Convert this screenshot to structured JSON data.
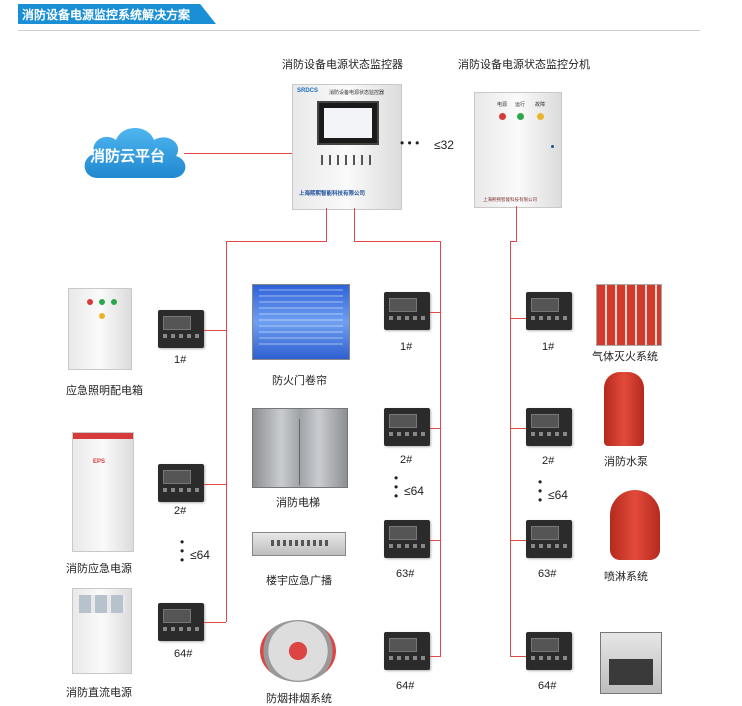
{
  "header": {
    "title": "消防设备电源监控系统解决方案"
  },
  "top": {
    "monitor_label": "消防设备电源状态监控器",
    "sub_label": "消防设备电源状态监控分机",
    "cloud_label": "消防云平台",
    "count_label": "≤32",
    "monitor_brand": "SRDCS",
    "monitor_title": "消防设备电源状态监控器",
    "monitor_company": "上海熙熙智能科技有限公司",
    "sub_status": [
      "电源",
      "运行",
      "故障"
    ],
    "sub_company": "上海熙熙智能科技有限公司"
  },
  "left": {
    "items": [
      {
        "label": "应急照明配电箱",
        "meter": "1#"
      },
      {
        "label": "消防应急电源",
        "meter": "2#",
        "eps": "EPS"
      },
      {
        "label": "消防直流电源",
        "meter": "64#"
      }
    ],
    "count": "≤64"
  },
  "middle": {
    "items": [
      {
        "label": "防火门卷帘",
        "meter": "1#"
      },
      {
        "label": "消防电梯",
        "meter": "2#"
      },
      {
        "label": "楼宇应急广播",
        "meter": "63#"
      },
      {
        "label": "防烟排烟系统",
        "meter": "64#"
      }
    ],
    "count": "≤64"
  },
  "right": {
    "items": [
      {
        "label": "气体灭火系统",
        "meter": "1#"
      },
      {
        "label": "消防水泵",
        "meter": "2#"
      },
      {
        "label": "喷淋系统",
        "meter": "63#"
      },
      {
        "label": "",
        "meter": "64#"
      }
    ],
    "count": "≤64"
  }
}
